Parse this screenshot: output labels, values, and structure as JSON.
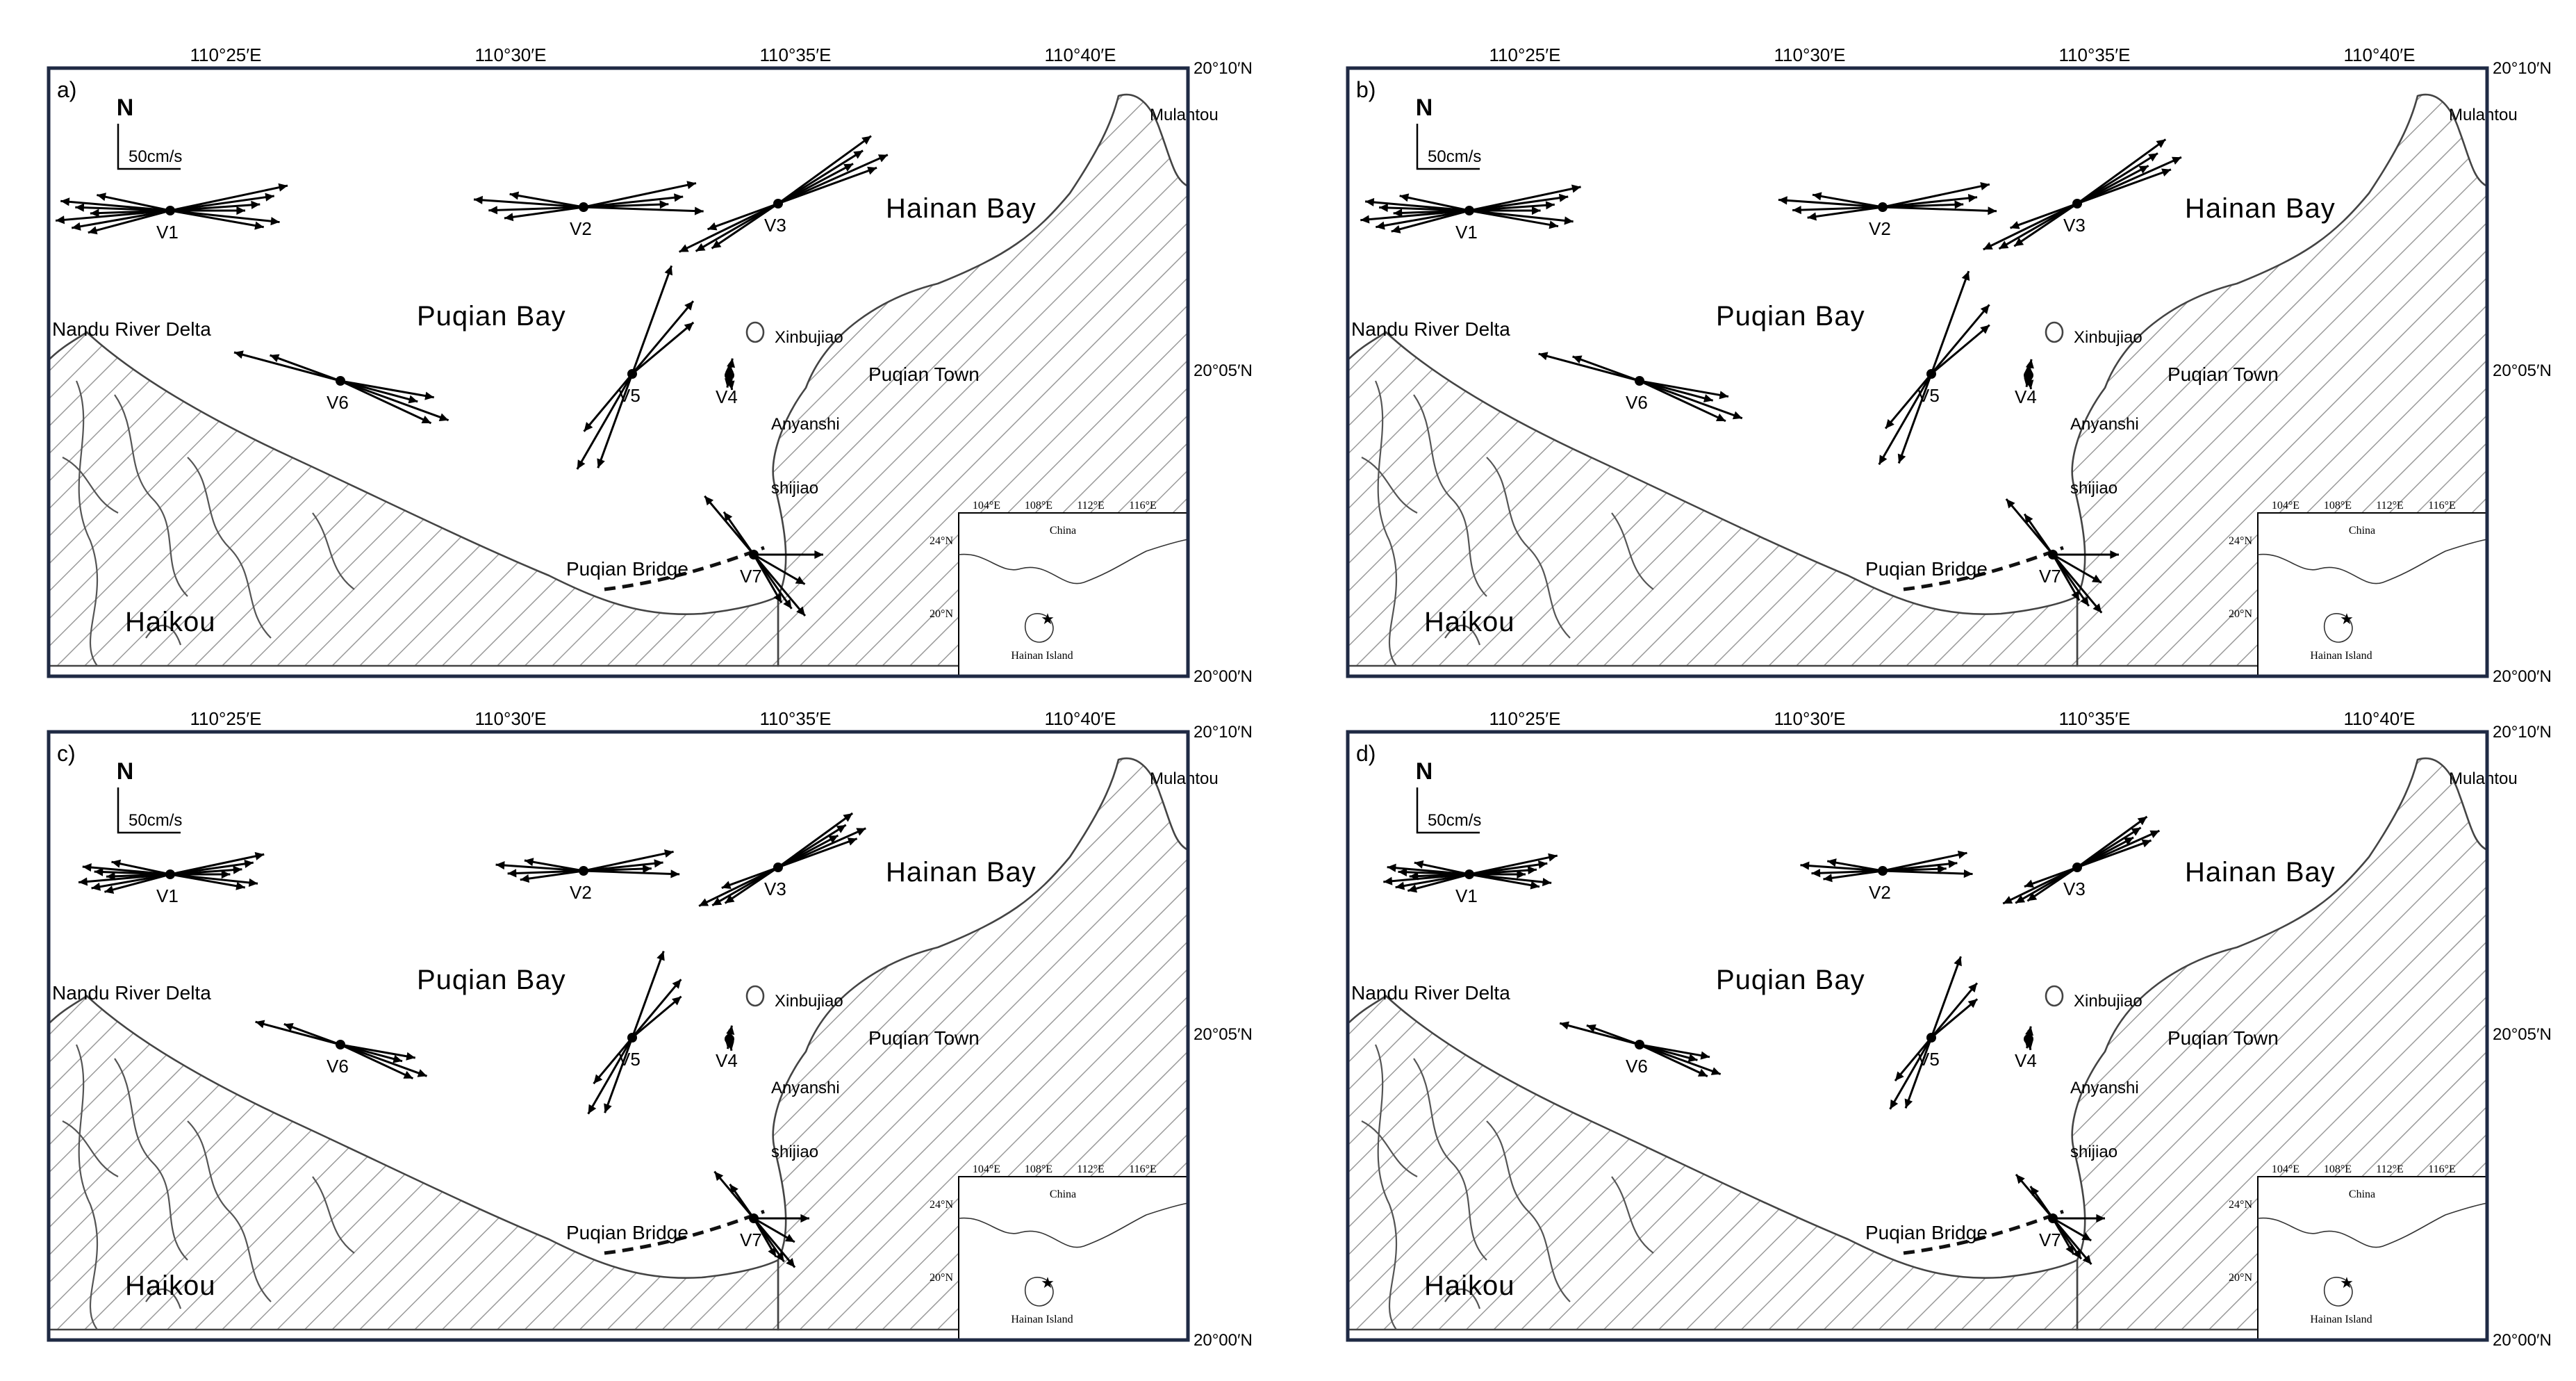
{
  "figure": {
    "lon_labels": [
      "110°25′E",
      "110°30′E",
      "110°35′E",
      "110°40′E"
    ],
    "lat_labels": [
      "20°10′N",
      "20°05′N",
      "20°00′N"
    ],
    "scale": {
      "north": "N",
      "label": "50cm/s"
    },
    "places": {
      "mulantou": "Mulantou",
      "hainan_bay": "Hainan   Bay",
      "puqian_bay": "Puqian    Bay",
      "nandu": "Nandu River Delta",
      "xinbujiao": "Xinbujiao",
      "puqian_town": "Puqian Town",
      "anyanshi": "Anyanshi",
      "shijiao": "shijiao",
      "puqian_bridge": "Puqian Bridge",
      "haikou": "Haikou"
    },
    "inset": {
      "lon_labels": [
        "104°E",
        "108°E",
        "112°E",
        "116°E"
      ],
      "lat_labels": [
        "24°N",
        "20°N"
      ],
      "country": "China",
      "island": "Hainan Island"
    },
    "stations": [
      "V1",
      "V2",
      "V3",
      "V4",
      "V5",
      "V6",
      "V7"
    ],
    "vector_direction_deg": {
      "V1": [
        -78,
        -85,
        -88,
        -92,
        -95,
        -100,
        -105,
        78,
        82,
        86,
        90,
        96,
        100
      ],
      "V2": [
        -80,
        -86,
        -92,
        -98,
        78,
        84,
        88,
        92
      ],
      "V3": [
        -110,
        -116,
        -120,
        -124,
        54,
        58,
        62,
        66,
        70
      ],
      "V4": [
        0,
        10,
        170,
        190
      ],
      "V5": [
        -140,
        -150,
        40,
        50,
        20,
        200
      ],
      "V6": [
        -70,
        -75,
        100,
        105,
        110,
        115
      ],
      "V7": [
        -35,
        -40,
        145,
        150,
        140,
        90,
        120
      ]
    },
    "land_color": "#9a9a9a",
    "frame_color": "#1f2a44"
  },
  "panels": [
    {
      "id": "a",
      "label": "a)"
    },
    {
      "id": "b",
      "label": "b)"
    },
    {
      "id": "c",
      "label": "c)"
    },
    {
      "id": "d",
      "label": "d)"
    }
  ]
}
